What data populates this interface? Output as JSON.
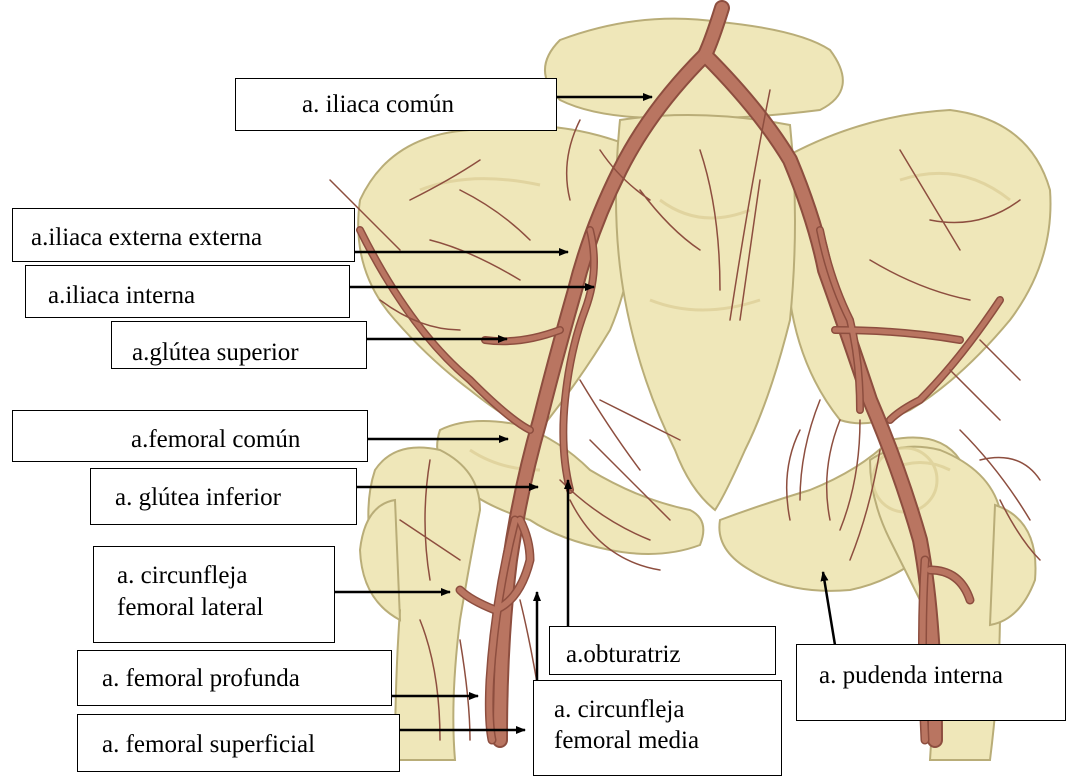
{
  "colors": {
    "bone": "#efe7b9",
    "bone_shade": "#e1d79e",
    "bone_outline": "#b9ad78",
    "artery": "#b97561",
    "artery_dark": "#8d4e3f",
    "label_border": "#000000",
    "arrow": "#000000"
  },
  "labels": {
    "iliaca_comun": "a.   iliaca común",
    "iliaca_externa": "a.iliaca externa externa",
    "iliaca_interna": "a.iliaca interna",
    "glutea_superior": "a.glútea superior",
    "femoral_comun": "a.femoral común",
    "glutea_inferior": "a. glútea inferior",
    "circunfleja_lateral_1": "a. circunfleja",
    "circunfleja_lateral_2": "femoral lateral",
    "femoral_profunda": "a. femoral profunda",
    "femoral_superficial": "a. femoral superficial",
    "obturatriz": "a.obturatriz",
    "circunfleja_media_1": "a. circunfleja",
    "circunfleja_media_2": "femoral media",
    "pudenda_interna": "a. pudenda interna"
  }
}
